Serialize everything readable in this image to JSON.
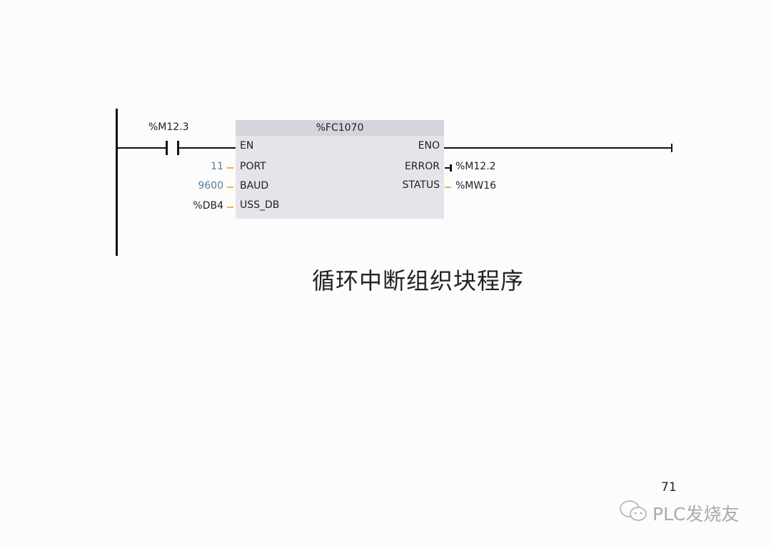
{
  "diagram": {
    "contact_address": "%M12.3",
    "block_name": "%FC1070",
    "inputs": [
      {
        "pin": "EN",
        "value": ""
      },
      {
        "pin": "PORT",
        "value": "11"
      },
      {
        "pin": "BAUD",
        "value": "9600"
      },
      {
        "pin": "USS_DB",
        "value": "%DB4"
      }
    ],
    "outputs": [
      {
        "pin": "ENO",
        "value": ""
      },
      {
        "pin": "ERROR",
        "value": "%M12.2"
      },
      {
        "pin": "STATUS",
        "value": "%MW16"
      }
    ]
  },
  "caption": "循环中断组织块程序",
  "page_number": "71",
  "watermark": "PLC发烧友"
}
